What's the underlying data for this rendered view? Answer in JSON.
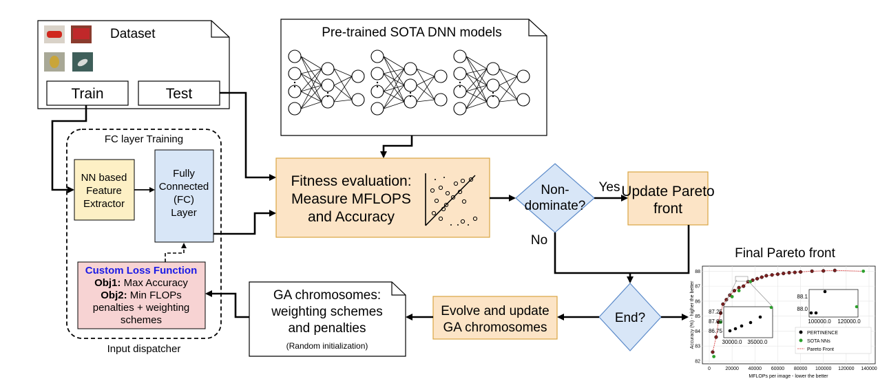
{
  "dataset": {
    "title": "Dataset",
    "train": "Train",
    "test": "Test"
  },
  "pretrained": {
    "title": "Pre-trained SOTA DNN models"
  },
  "fc_training": {
    "title": "FC layer Training",
    "extractor": [
      "NN based",
      "Feature",
      "Extractor"
    ],
    "fc": [
      "Fully",
      "Connected",
      "(FC)",
      "Layer"
    ],
    "dispatcher": "Input dispatcher"
  },
  "loss": {
    "title": "Custom Loss Function",
    "obj1_key": "Obj1:",
    "obj1_text": " Max Accuracy",
    "obj2_key": "Obj2:",
    "obj2_text": " Min FLOPs",
    "lines": [
      "penalties + weighting",
      "schemes"
    ]
  },
  "fitness": {
    "lines": [
      "Fitness evaluation:",
      "Measure MFLOPS",
      "and Accuracy"
    ]
  },
  "decision1": {
    "lines": [
      "Non-",
      "dominate?"
    ],
    "yes": "Yes",
    "no": "No"
  },
  "update": {
    "lines": [
      "Update Pareto",
      "front"
    ]
  },
  "decision2": {
    "label": "End?"
  },
  "evolve": {
    "lines": [
      "Evolve and update",
      "GA chromosomes"
    ]
  },
  "ga": {
    "lines": [
      "GA chromosomes:",
      "weighting schemes",
      "and penalties"
    ],
    "note": "(Random initialization)"
  },
  "pareto_plot": {
    "title": "Final Pareto front",
    "xlabel": "MFLOPs per image - lower the better",
    "ylabel": "Accuracy (%) - higher the better",
    "xticks": [
      "0",
      "20000",
      "40000",
      "60000",
      "80000",
      "100000",
      "120000",
      "140000"
    ],
    "yticks": [
      "82",
      "83",
      "84",
      "85",
      "86",
      "87",
      "88"
    ],
    "legend": [
      "PERTINENCE",
      "SOTA NNs",
      "Pareto Front"
    ],
    "inset1_yticks": [
      "87.25",
      "87.00",
      "86.75"
    ],
    "inset1_xticks": [
      "30000.0",
      "35000.0"
    ],
    "inset2_yticks": [
      "88.1",
      "88.0"
    ],
    "inset2_xticks": [
      "100000.0",
      "120000.0"
    ],
    "colors": {
      "pertinence": "#000000",
      "sota": "#2ca02c",
      "pareto": "#d62728"
    }
  },
  "chart_data": {
    "type": "scatter",
    "title": "Final Pareto front",
    "xlabel": "MFLOPs per image - lower the better",
    "ylabel": "Accuracy (%) - higher the better",
    "xlim": [
      0,
      140000
    ],
    "ylim": [
      82,
      88.2
    ],
    "series": [
      {
        "name": "PERTINENCE",
        "points": [
          [
            3000,
            82.6
          ],
          [
            6000,
            83.6
          ],
          [
            8000,
            84.6
          ],
          [
            10000,
            85.2
          ],
          [
            12000,
            85.8
          ],
          [
            15000,
            86.1
          ],
          [
            18000,
            86.4
          ],
          [
            22000,
            86.7
          ],
          [
            26000,
            86.9
          ],
          [
            30000,
            87.0
          ],
          [
            34000,
            87.3
          ],
          [
            38000,
            87.4
          ],
          [
            42000,
            87.5
          ],
          [
            46000,
            87.6
          ],
          [
            50000,
            87.7
          ],
          [
            55000,
            87.75
          ],
          [
            60000,
            87.8
          ],
          [
            65000,
            87.85
          ],
          [
            70000,
            87.9
          ],
          [
            75000,
            87.92
          ],
          [
            80000,
            87.95
          ],
          [
            90000,
            88.0
          ],
          [
            100000,
            88.02
          ],
          [
            110000,
            88.05
          ]
        ]
      },
      {
        "name": "SOTA NNs",
        "points": [
          [
            4000,
            82.3
          ],
          [
            10000,
            84.6
          ],
          [
            14000,
            85.2
          ],
          [
            20000,
            86.3
          ],
          [
            26000,
            86.7
          ],
          [
            36000,
            87.3
          ],
          [
            135000,
            88.0
          ]
        ]
      },
      {
        "name": "Pareto Front",
        "points": [
          [
            3000,
            82.6
          ],
          [
            6000,
            83.6
          ],
          [
            8000,
            84.6
          ],
          [
            10000,
            85.2
          ],
          [
            12000,
            85.8
          ],
          [
            15000,
            86.1
          ],
          [
            18000,
            86.4
          ],
          [
            22000,
            86.7
          ],
          [
            26000,
            86.9
          ],
          [
            30000,
            87.0
          ],
          [
            34000,
            87.3
          ],
          [
            38000,
            87.4
          ],
          [
            42000,
            87.5
          ],
          [
            50000,
            87.7
          ],
          [
            60000,
            87.8
          ],
          [
            70000,
            87.9
          ],
          [
            80000,
            87.95
          ],
          [
            90000,
            88.0
          ],
          [
            110000,
            88.05
          ],
          [
            135000,
            88.0
          ]
        ]
      }
    ]
  }
}
